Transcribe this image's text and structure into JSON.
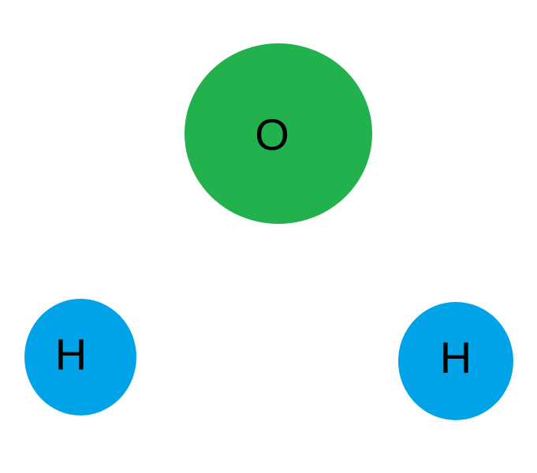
{
  "diagram": {
    "background_color": "#ffffff",
    "label_color": "#000000",
    "atoms": [
      {
        "label": "O",
        "element": "oxygen",
        "fill": "#22b14c",
        "position": "top-center"
      },
      {
        "label": "H",
        "element": "hydrogen",
        "fill": "#00a2e8",
        "position": "bottom-left"
      },
      {
        "label": "H",
        "element": "hydrogen",
        "fill": "#00a2e8",
        "position": "bottom-right"
      }
    ]
  }
}
